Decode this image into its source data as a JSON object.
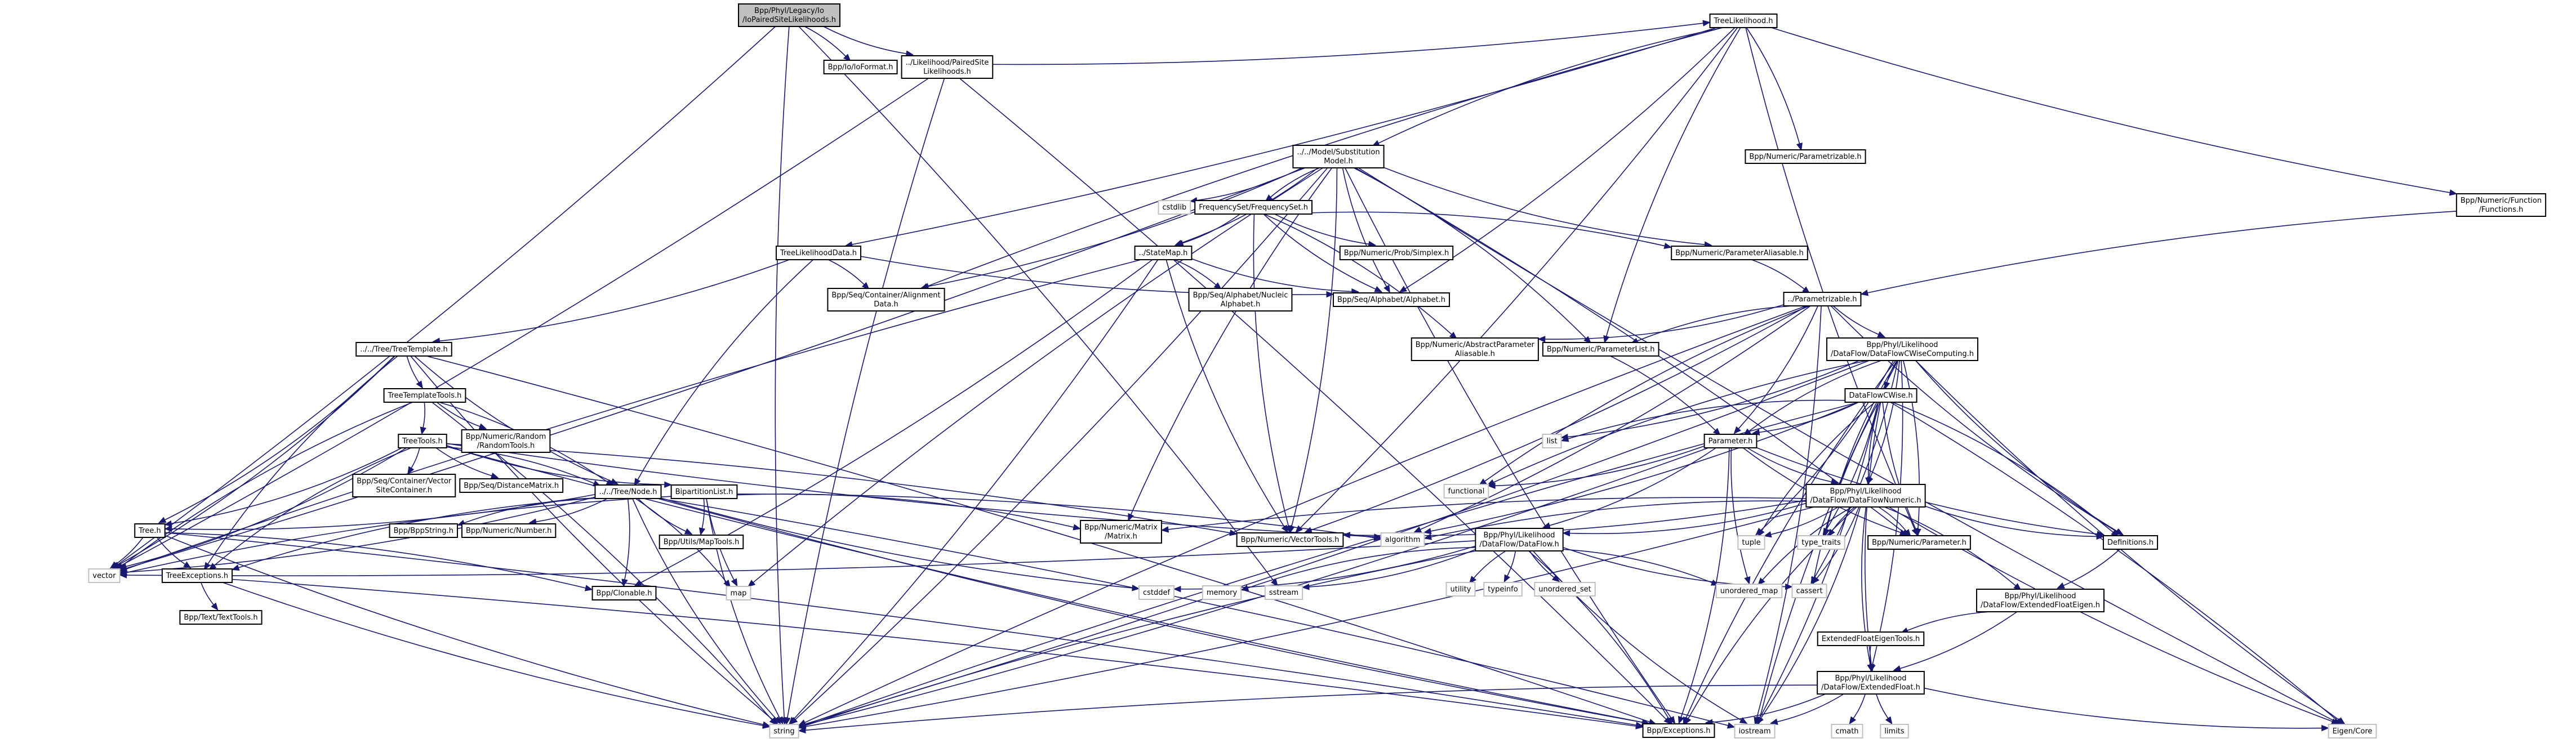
{
  "title": "Include dependency graph for IoPairedSiteLikelihoods.h",
  "colors": {
    "edge": "#191970",
    "root_fill": "#bfbfbf",
    "node_border": "#000000",
    "system_border": "#c0c0c0",
    "background": "#ffffff"
  },
  "nodes": [
    {
      "id": "root",
      "lines": [
        "Bpp/Phyl/Legacy/Io",
        "/IoPairedSiteLikelihoods.h"
      ],
      "kind": "root"
    },
    {
      "id": "ioformat",
      "lines": [
        "Bpp/Io/IoFormat.h"
      ],
      "kind": "header"
    },
    {
      "id": "pairedsite",
      "lines": [
        "../Likelihood/PairedSite",
        "Likelihoods.h"
      ],
      "kind": "header"
    },
    {
      "id": "treelik",
      "lines": [
        "TreeLikelihood.h"
      ],
      "kind": "header"
    },
    {
      "id": "subsmodel",
      "lines": [
        "../../Model/Substitution",
        "Model.h"
      ],
      "kind": "header"
    },
    {
      "id": "numparametrizable",
      "lines": [
        "Bpp/Numeric/Parametrizable.h"
      ],
      "kind": "header"
    },
    {
      "id": "functions",
      "lines": [
        "Bpp/Numeric/Function",
        "/Functions.h"
      ],
      "kind": "header"
    },
    {
      "id": "cstdlib",
      "lines": [
        "cstdlib"
      ],
      "kind": "system"
    },
    {
      "id": "freqset",
      "lines": [
        "FrequencySet/FrequencySet.h"
      ],
      "kind": "header"
    },
    {
      "id": "treelikdata",
      "lines": [
        "TreeLikelihoodData.h"
      ],
      "kind": "header"
    },
    {
      "id": "statemap",
      "lines": [
        "../StateMap.h"
      ],
      "kind": "header"
    },
    {
      "id": "simplex",
      "lines": [
        "Bpp/Numeric/Prob/Simplex.h"
      ],
      "kind": "header"
    },
    {
      "id": "paramaliasable",
      "lines": [
        "Bpp/Numeric/ParameterAliasable.h"
      ],
      "kind": "header"
    },
    {
      "id": "alignmentdata",
      "lines": [
        "Bpp/Seq/Container/Alignment",
        "Data.h"
      ],
      "kind": "header"
    },
    {
      "id": "nucleicalpha",
      "lines": [
        "Bpp/Seq/Alphabet/Nucleic",
        "Alphabet.h"
      ],
      "kind": "header"
    },
    {
      "id": "alphabet",
      "lines": [
        "Bpp/Seq/Alphabet/Alphabet.h"
      ],
      "kind": "header"
    },
    {
      "id": "parametrizable",
      "lines": [
        "../Parametrizable.h"
      ],
      "kind": "header"
    },
    {
      "id": "treetemplate",
      "lines": [
        "../../Tree/TreeTemplate.h"
      ],
      "kind": "header"
    },
    {
      "id": "abstractparamaliasable",
      "lines": [
        "Bpp/Numeric/AbstractParameter",
        "Aliasable.h"
      ],
      "kind": "header"
    },
    {
      "id": "paramlist",
      "lines": [
        "Bpp/Numeric/ParameterList.h"
      ],
      "kind": "header"
    },
    {
      "id": "dfcwisecomputing",
      "lines": [
        "Bpp/Phyl/Likelihood",
        "/DataFlow/DataFlowCWiseComputing.h"
      ],
      "kind": "header"
    },
    {
      "id": "treetemplatetools",
      "lines": [
        "TreeTemplateTools.h"
      ],
      "kind": "header"
    },
    {
      "id": "randomtools",
      "lines": [
        "Bpp/Numeric/Random",
        "/RandomTools.h"
      ],
      "kind": "header"
    },
    {
      "id": "dfcwise",
      "lines": [
        "DataFlowCWise.h"
      ],
      "kind": "header"
    },
    {
      "id": "treetools",
      "lines": [
        "TreeTools.h"
      ],
      "kind": "header"
    },
    {
      "id": "list",
      "lines": [
        "list"
      ],
      "kind": "system"
    },
    {
      "id": "parameter",
      "lines": [
        "Parameter.h"
      ],
      "kind": "header"
    },
    {
      "id": "vectorsitecontainer",
      "lines": [
        "Bpp/Seq/Container/Vector",
        "SiteContainer.h"
      ],
      "kind": "header"
    },
    {
      "id": "distancematrix",
      "lines": [
        "Bpp/Seq/DistanceMatrix.h"
      ],
      "kind": "header"
    },
    {
      "id": "functional",
      "lines": [
        "functional"
      ],
      "kind": "system"
    },
    {
      "id": "node",
      "lines": [
        "../../Tree/Node.h"
      ],
      "kind": "header"
    },
    {
      "id": "bipartition",
      "lines": [
        "BipartitionList.h"
      ],
      "kind": "header"
    },
    {
      "id": "dfnumeric",
      "lines": [
        "Bpp/Phyl/Likelihood",
        "/DataFlow/DataFlowNumeric.h"
      ],
      "kind": "header"
    },
    {
      "id": "matrix",
      "lines": [
        "Bpp/Numeric/Matrix",
        "/Matrix.h"
      ],
      "kind": "header"
    },
    {
      "id": "vectortools",
      "lines": [
        "Bpp/Numeric/VectorTools.h"
      ],
      "kind": "header"
    },
    {
      "id": "algorithm",
      "lines": [
        "algorithm"
      ],
      "kind": "system"
    },
    {
      "id": "tuple",
      "lines": [
        "tuple"
      ],
      "kind": "system"
    },
    {
      "id": "typetraits",
      "lines": [
        "type_traits"
      ],
      "kind": "system"
    },
    {
      "id": "numparameter",
      "lines": [
        "Bpp/Numeric/Parameter.h"
      ],
      "kind": "header"
    },
    {
      "id": "definitions",
      "lines": [
        "Definitions.h"
      ],
      "kind": "header"
    },
    {
      "id": "tree",
      "lines": [
        "Tree.h"
      ],
      "kind": "header"
    },
    {
      "id": "bppstring",
      "lines": [
        "Bpp/BppString.h"
      ],
      "kind": "header"
    },
    {
      "id": "number",
      "lines": [
        "Bpp/Numeric/Number.h"
      ],
      "kind": "header"
    },
    {
      "id": "maptools",
      "lines": [
        "Bpp/Utils/MapTools.h"
      ],
      "kind": "header"
    },
    {
      "id": "dataflow",
      "lines": [
        "Bpp/Phyl/Likelihood",
        "/DataFlow/DataFlow.h"
      ],
      "kind": "header"
    },
    {
      "id": "vector",
      "lines": [
        "vector"
      ],
      "kind": "system"
    },
    {
      "id": "treeexceptions",
      "lines": [
        "TreeExceptions.h"
      ],
      "kind": "header"
    },
    {
      "id": "clonable",
      "lines": [
        "Bpp/Clonable.h"
      ],
      "kind": "header"
    },
    {
      "id": "map",
      "lines": [
        "map"
      ],
      "kind": "system"
    },
    {
      "id": "cstddef",
      "lines": [
        "cstddef"
      ],
      "kind": "system"
    },
    {
      "id": "memory",
      "lines": [
        "memory"
      ],
      "kind": "system"
    },
    {
      "id": "sstream",
      "lines": [
        "sstream"
      ],
      "kind": "system"
    },
    {
      "id": "utility",
      "lines": [
        "utility"
      ],
      "kind": "system"
    },
    {
      "id": "typeinfo",
      "lines": [
        "typeinfo"
      ],
      "kind": "system"
    },
    {
      "id": "unorderedset",
      "lines": [
        "unordered_set"
      ],
      "kind": "system"
    },
    {
      "id": "unorderedmap",
      "lines": [
        "unordered_map"
      ],
      "kind": "system"
    },
    {
      "id": "cassert",
      "lines": [
        "cassert"
      ],
      "kind": "system"
    },
    {
      "id": "extfloateigen",
      "lines": [
        "Bpp/Phyl/Likelihood",
        "/DataFlow/ExtendedFloatEigen.h"
      ],
      "kind": "header"
    },
    {
      "id": "texttools",
      "lines": [
        "Bpp/Text/TextTools.h"
      ],
      "kind": "header"
    },
    {
      "id": "extfloateigentools",
      "lines": [
        "ExtendedFloatEigenTools.h"
      ],
      "kind": "header"
    },
    {
      "id": "extfloat",
      "lines": [
        "Bpp/Phyl/Likelihood",
        "/DataFlow/ExtendedFloat.h"
      ],
      "kind": "header"
    },
    {
      "id": "string",
      "lines": [
        "string"
      ],
      "kind": "system"
    },
    {
      "id": "exceptions",
      "lines": [
        "Bpp/Exceptions.h"
      ],
      "kind": "header"
    },
    {
      "id": "iostream",
      "lines": [
        "iostream"
      ],
      "kind": "system"
    },
    {
      "id": "cmath",
      "lines": [
        "cmath"
      ],
      "kind": "system"
    },
    {
      "id": "limits",
      "lines": [
        "limits"
      ],
      "kind": "system"
    },
    {
      "id": "eigencore",
      "lines": [
        "Eigen/Core"
      ],
      "kind": "system"
    }
  ],
  "edges": [
    [
      "root",
      "ioformat"
    ],
    [
      "root",
      "pairedsite"
    ],
    [
      "root",
      "vector"
    ],
    [
      "root",
      "string"
    ],
    [
      "root",
      "sstream"
    ],
    [
      "pairedsite",
      "treelik"
    ],
    [
      "pairedsite",
      "vector"
    ],
    [
      "pairedsite",
      "string"
    ],
    [
      "pairedsite",
      "exceptions"
    ],
    [
      "treelik",
      "subsmodel"
    ],
    [
      "treelik",
      "numparametrizable"
    ],
    [
      "treelik",
      "functions"
    ],
    [
      "treelik",
      "treelikdata"
    ],
    [
      "treelik",
      "alignmentdata"
    ],
    [
      "treelik",
      "alphabet"
    ],
    [
      "treelik",
      "paramlist"
    ],
    [
      "treelik",
      "vectortools"
    ],
    [
      "treelik",
      "numparameter"
    ],
    [
      "subsmodel",
      "cstdlib"
    ],
    [
      "subsmodel",
      "freqset"
    ],
    [
      "subsmodel",
      "statemap"
    ],
    [
      "subsmodel",
      "paramaliasable"
    ],
    [
      "subsmodel",
      "alignmentdata"
    ],
    [
      "subsmodel",
      "alphabet"
    ],
    [
      "subsmodel",
      "paramlist"
    ],
    [
      "subsmodel",
      "matrix"
    ],
    [
      "subsmodel",
      "vectortools"
    ],
    [
      "subsmodel",
      "exceptions"
    ],
    [
      "subsmodel",
      "string"
    ],
    [
      "subsmodel",
      "map"
    ],
    [
      "subsmodel",
      "vector"
    ],
    [
      "subsmodel",
      "eigencore"
    ],
    [
      "subsmodel",
      "numparameter"
    ],
    [
      "functions",
      "parametrizable"
    ],
    [
      "freqset",
      "statemap"
    ],
    [
      "freqset",
      "simplex"
    ],
    [
      "freqset",
      "paramaliasable"
    ],
    [
      "freqset",
      "alphabet"
    ],
    [
      "freqset",
      "abstractparamaliasable"
    ],
    [
      "freqset",
      "vectortools"
    ],
    [
      "treelikdata",
      "alignmentdata"
    ],
    [
      "treelikdata",
      "alphabet"
    ],
    [
      "treelikdata",
      "treetemplate"
    ],
    [
      "treelikdata",
      "node"
    ],
    [
      "statemap",
      "nucleicalpha"
    ],
    [
      "statemap",
      "alphabet"
    ],
    [
      "statemap",
      "clonable"
    ],
    [
      "statemap",
      "vectortools"
    ],
    [
      "statemap",
      "string"
    ],
    [
      "statemap",
      "vector"
    ],
    [
      "paramaliasable",
      "parametrizable"
    ],
    [
      "parametrizable",
      "dfcwisecomputing"
    ],
    [
      "parametrizable",
      "abstractparamaliasable"
    ],
    [
      "parametrizable",
      "paramlist"
    ],
    [
      "parametrizable",
      "parameter"
    ],
    [
      "parametrizable",
      "functional"
    ],
    [
      "parametrizable",
      "algorithm"
    ],
    [
      "parametrizable",
      "string"
    ],
    [
      "parametrizable",
      "iostream"
    ],
    [
      "parametrizable",
      "definitions"
    ],
    [
      "parametrizable",
      "vectortools"
    ],
    [
      "treetemplate",
      "treetemplatetools"
    ],
    [
      "treetemplate",
      "tree"
    ],
    [
      "treetemplate",
      "node"
    ],
    [
      "treetemplate",
      "vector"
    ],
    [
      "treetemplate",
      "string"
    ],
    [
      "treetemplate",
      "exceptions"
    ],
    [
      "treetemplate",
      "treeexceptions"
    ],
    [
      "paramlist",
      "parameter"
    ],
    [
      "dfcwisecomputing",
      "dfcwise"
    ],
    [
      "dfcwisecomputing",
      "dfnumeric"
    ],
    [
      "dfcwisecomputing",
      "parameter"
    ],
    [
      "dfcwisecomputing",
      "list"
    ],
    [
      "dfcwisecomputing",
      "functional"
    ],
    [
      "dfcwisecomputing",
      "tuple"
    ],
    [
      "dfcwisecomputing",
      "typetraits"
    ],
    [
      "dfcwisecomputing",
      "numparameter"
    ],
    [
      "dfcwisecomputing",
      "definitions"
    ],
    [
      "dfcwisecomputing",
      "extfloat"
    ],
    [
      "dfcwisecomputing",
      "eigencore"
    ],
    [
      "dfcwisecomputing",
      "string"
    ],
    [
      "dfcwisecomputing",
      "exceptions"
    ],
    [
      "dfcwisecomputing",
      "cassert"
    ],
    [
      "dfcwisecomputing",
      "iostream"
    ],
    [
      "treetemplatetools",
      "treetools"
    ],
    [
      "treetemplatetools",
      "randomtools"
    ],
    [
      "treetemplatetools",
      "node"
    ],
    [
      "treetemplatetools",
      "vector"
    ],
    [
      "treetemplatetools",
      "string"
    ],
    [
      "dfcwise",
      "dfnumeric"
    ],
    [
      "dfcwise",
      "parameter"
    ],
    [
      "dfcwise",
      "list"
    ],
    [
      "dfcwise",
      "algorithm"
    ],
    [
      "dfcwise",
      "tuple"
    ],
    [
      "dfcwise",
      "typetraits"
    ],
    [
      "dfcwise",
      "numparameter"
    ],
    [
      "dfcwise",
      "definitions"
    ],
    [
      "dfcwise",
      "extfloat"
    ],
    [
      "dfcwise",
      "eigencore"
    ],
    [
      "dfcwise",
      "cassert"
    ],
    [
      "dfcwise",
      "iostream"
    ],
    [
      "dfcwise",
      "string"
    ],
    [
      "treetools",
      "vectorsitecontainer"
    ],
    [
      "treetools",
      "distancematrix"
    ],
    [
      "treetools",
      "node"
    ],
    [
      "treetools",
      "bipartition"
    ],
    [
      "treetools",
      "tree"
    ],
    [
      "treetools",
      "treeexceptions"
    ],
    [
      "treetools",
      "vector"
    ],
    [
      "treetools",
      "algorithm"
    ],
    [
      "treetools",
      "vectortools"
    ],
    [
      "treetools",
      "exceptions"
    ],
    [
      "parameter",
      "dataflow"
    ],
    [
      "parameter",
      "dfnumeric"
    ],
    [
      "parameter",
      "functional"
    ],
    [
      "parameter",
      "numparameter"
    ],
    [
      "parameter",
      "exceptions"
    ],
    [
      "parameter",
      "unorderedmap"
    ],
    [
      "parameter",
      "string"
    ],
    [
      "parameter",
      "definitions"
    ],
    [
      "node",
      "tree"
    ],
    [
      "node",
      "treeexceptions"
    ],
    [
      "node",
      "clonable"
    ],
    [
      "node",
      "bppstring"
    ],
    [
      "node",
      "number"
    ],
    [
      "node",
      "maptools"
    ],
    [
      "node",
      "map"
    ],
    [
      "node",
      "string"
    ],
    [
      "node",
      "vector"
    ],
    [
      "node",
      "cstddef"
    ],
    [
      "node",
      "iostream"
    ],
    [
      "node",
      "exceptions"
    ],
    [
      "bipartition",
      "maptools"
    ],
    [
      "bipartition",
      "map"
    ],
    [
      "bipartition",
      "matrix"
    ],
    [
      "bipartition",
      "vector"
    ],
    [
      "bipartition",
      "algorithm"
    ],
    [
      "bipartition",
      "string"
    ],
    [
      "dfnumeric",
      "dataflow"
    ],
    [
      "dfnumeric",
      "matrix"
    ],
    [
      "dfnumeric",
      "vectortools"
    ],
    [
      "dfnumeric",
      "algorithm"
    ],
    [
      "dfnumeric",
      "tuple"
    ],
    [
      "dfnumeric",
      "typetraits"
    ],
    [
      "dfnumeric",
      "numparameter"
    ],
    [
      "dfnumeric",
      "definitions"
    ],
    [
      "dfnumeric",
      "extfloateigen"
    ],
    [
      "dfnumeric",
      "extfloat"
    ],
    [
      "dfnumeric",
      "cassert"
    ],
    [
      "dfnumeric",
      "unorderedmap"
    ],
    [
      "dfnumeric",
      "iostream"
    ],
    [
      "dfnumeric",
      "eigencore"
    ],
    [
      "dfnumeric",
      "string"
    ],
    [
      "dfnumeric",
      "exceptions"
    ],
    [
      "tree",
      "vector"
    ],
    [
      "tree",
      "treeexceptions"
    ],
    [
      "tree",
      "clonable"
    ],
    [
      "tree",
      "string"
    ],
    [
      "tree",
      "exceptions"
    ],
    [
      "dataflow",
      "utility"
    ],
    [
      "dataflow",
      "typeinfo"
    ],
    [
      "dataflow",
      "unorderedset"
    ],
    [
      "dataflow",
      "unorderedmap"
    ],
    [
      "dataflow",
      "cassert"
    ],
    [
      "dataflow",
      "cstddef"
    ],
    [
      "dataflow",
      "memory"
    ],
    [
      "dataflow",
      "sstream"
    ],
    [
      "dataflow",
      "string"
    ],
    [
      "dataflow",
      "exceptions"
    ],
    [
      "dataflow",
      "iostream"
    ],
    [
      "dataflow",
      "vector"
    ],
    [
      "treeexceptions",
      "texttools"
    ],
    [
      "treeexceptions",
      "exceptions"
    ],
    [
      "treeexceptions",
      "string"
    ],
    [
      "definitions",
      "extfloateigen"
    ],
    [
      "extfloateigen",
      "extfloateigentools"
    ],
    [
      "extfloateigen",
      "extfloat"
    ],
    [
      "extfloateigentools",
      "extfloat"
    ],
    [
      "extfloat",
      "cmath"
    ],
    [
      "extfloat",
      "limits"
    ],
    [
      "extfloat",
      "iostream"
    ],
    [
      "extfloat",
      "eigencore"
    ],
    [
      "extfloat",
      "exceptions"
    ],
    [
      "extfloat",
      "string"
    ]
  ]
}
